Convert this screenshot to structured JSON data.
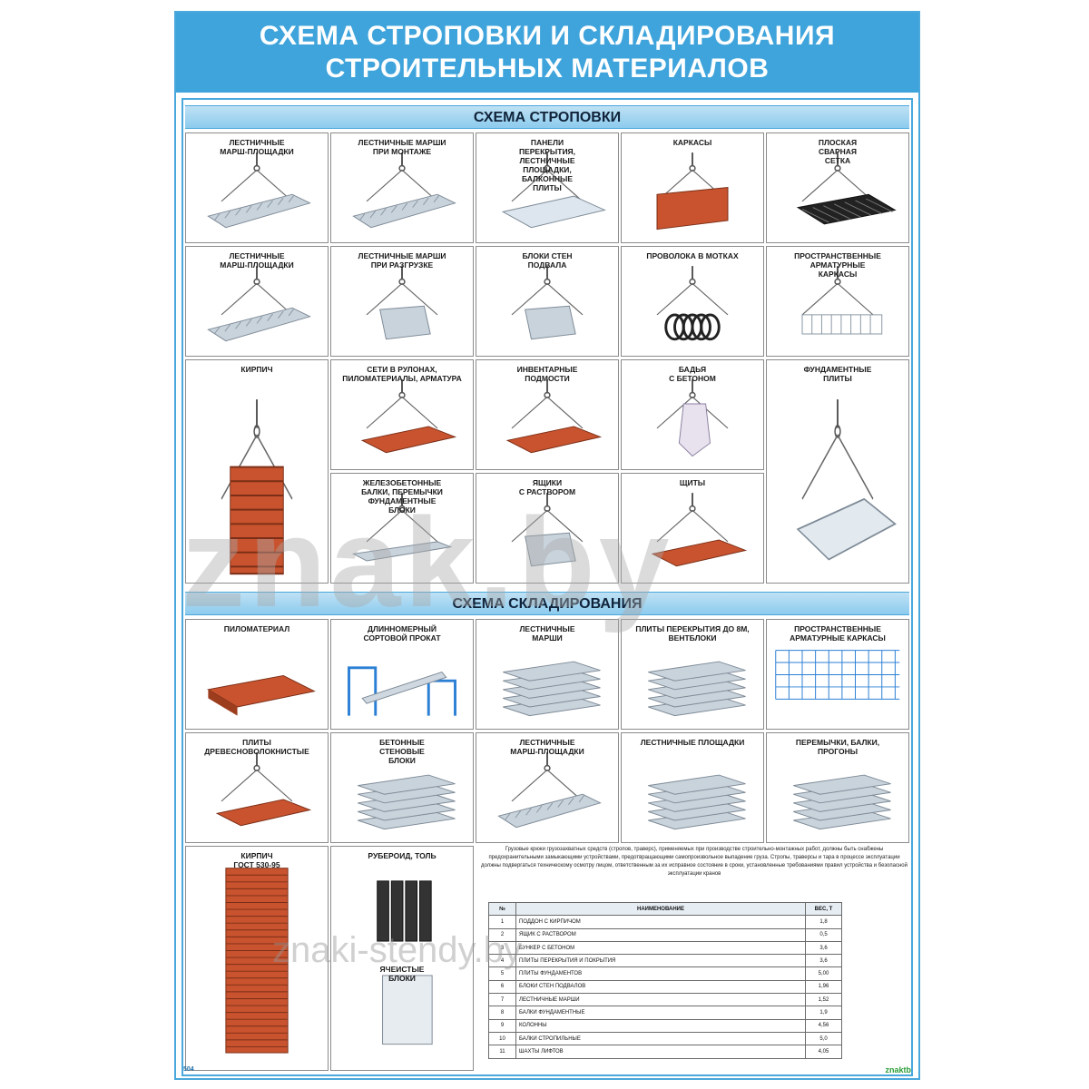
{
  "title": {
    "line1": "СХЕМА СТРОПОВКИ И СКЛАДИРОВАНИЯ",
    "line2": "СТРОИТЕЛЬНЫХ МАТЕРИАЛОВ"
  },
  "sling_section": {
    "heading": "СХЕМА СТРОПОВКИ",
    "cells": [
      "ЛЕСТНИЧНЫЕ\nМАРШ-ПЛОЩАДКИ",
      "ЛЕСТНИЧНЫЕ МАРШИ\nПРИ МОНТАЖЕ",
      "ПАНЕЛИ\nПЕРЕКРЫТИЯ,\nЛЕСТНИЧНЫЕ\nПЛОЩАДКИ,\nБАЛКОННЫЕ\nПЛИТЫ",
      "КАРКАСЫ",
      "ПЛОСКАЯ\nСВАРНАЯ\nСЕТКА",
      "ЛЕСТНИЧНЫЕ\nМАРШ-ПЛОЩАДКИ",
      "ЛЕСТНИЧНЫЕ МАРШИ\nПРИ РАЗГРУЗКЕ",
      "БЛОКИ СТЕН\nПОДВАЛА",
      "ПРОВОЛОКА В МОТКАХ",
      "ПРОСТРАНСТВЕННЫЕ\nАРМАТУРНЫЕ\nКАРКАСЫ",
      "КИРПИЧ",
      "СЕТИ В РУЛОНАХ,\nПИЛОМАТЕРИАЛЫ, АРМАТУРА",
      "ИНВЕНТАРНЫЕ\nПОДМОСТИ",
      "БАДЬЯ\nС БЕТОНОМ",
      "ФУНДАМЕНТНЫЕ\nПЛИТЫ",
      "ЖЕЛЕЗОБЕТОННЫЕ\nБАЛКИ, ПЕРЕМЫЧКИ\nФУНДАМЕНТНЫЕ\nБЛОКИ",
      "ЯЩИКИ\nС РАСТВОРОМ",
      "ЩИТЫ"
    ]
  },
  "storage_section": {
    "heading": "СХЕМА СКЛАДИРОВАНИЯ",
    "cells": [
      "ПИЛОМАТЕРИАЛ",
      "ДЛИННОМЕРНЫЙ\nСОРТОВОЙ ПРОКАТ",
      "ЛЕСТНИЧНЫЕ\nМАРШИ",
      "ПЛИТЫ ПЕРЕКРЫТИЯ ДО 8М,\nВЕНТБЛОКИ",
      "ПРОСТРАНСТВЕННЫЕ\nАРМАТУРНЫЕ КАРКАСЫ",
      "ПЛИТЫ\nДРЕВЕСНОВОЛОКНИСТЫЕ",
      "БЕТОННЫЕ\nСТЕНОВЫЕ\nБЛОКИ",
      "ЛЕСТНИЧНЫЕ\nМАРШ-ПЛОЩАДКИ",
      "ЛЕСТНИЧНЫЕ ПЛОЩАДКИ",
      "ПЕРЕМЫЧКИ, БАЛКИ,\nПРОГОНЫ",
      "КИРПИЧ\nГОСТ 530-95",
      "РУБЕРОИД, ТОЛЬ"
    ],
    "extra_label": "ЯЧЕИСТЫЕ\nБЛОКИ"
  },
  "notes": {
    "text": "Грузовые крюки грузозахватных средств (стропов, траверс), применяемых при производстве строительно-монтажных работ, должны быть снабжены предохранительными замыкающими устройствами, предотвращающими самопроизвольное выпадение груза. Стропы, траверсы и тара в процессе эксплуатации должны подвергаться техническому осмотру лицом, ответственным за их исправное состояние в сроки, установленные требованиями правил устройства и безопасной эксплуатации кранов"
  },
  "table": {
    "headers": [
      "№",
      "НАИМЕНОВАНИЕ",
      "ВЕС, Т"
    ],
    "rows": [
      [
        "1",
        "ПОДДОН С КИРПИЧОМ",
        "1,8"
      ],
      [
        "2",
        "ЯЩИК С РАСТВОРОМ",
        "0,5"
      ],
      [
        "3",
        "БУНКЕР С БЕТОНОМ",
        "3,6"
      ],
      [
        "4",
        "ПЛИТЫ ПЕРЕКРЫТИЯ И ПОКРЫТИЯ",
        "3,6"
      ],
      [
        "5",
        "ПЛИТЫ ФУНДАМЕНТОВ",
        "5,00"
      ],
      [
        "6",
        "БЛОКИ СТЕН ПОДВАЛОВ",
        "1,96"
      ],
      [
        "7",
        "ЛЕСТНИЧНЫЕ МАРШИ",
        "1,52"
      ],
      [
        "8",
        "БАЛКИ ФУНДАМЕНТНЫЕ",
        "1,9"
      ],
      [
        "9",
        "КОЛОННЫ",
        "4,56"
      ],
      [
        "10",
        "БАЛКИ СТРОПИЛЬНЫЕ",
        "5,0"
      ],
      [
        "11",
        "ШАХТЫ ЛИФТОВ",
        "4,05"
      ]
    ]
  },
  "footer": {
    "code": "504",
    "brand": "znaktb"
  },
  "watermark": {
    "main": "znak.by",
    "url": "znaki-stendy.by"
  },
  "colors": {
    "band": "#3fa4db",
    "border": "#4aa8dc",
    "section": "#8ccbee",
    "brick": "#c8532e",
    "concrete": "#c9d3dc"
  }
}
